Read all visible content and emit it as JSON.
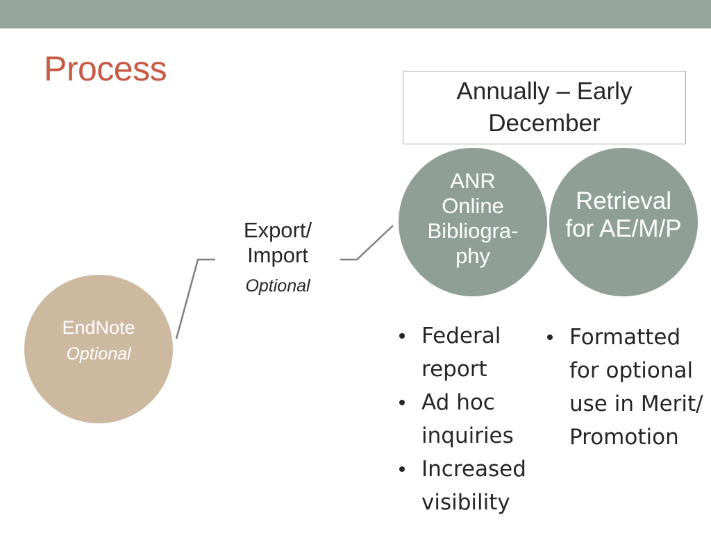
{
  "slide": {
    "title": "Process"
  },
  "timing_box": {
    "text": "Annually – Early December"
  },
  "nodes": {
    "anr": {
      "label": "ANR Online Bibliogra-phy"
    },
    "retrieval": {
      "label": "Retrieval for AE/M/P"
    },
    "endnote": {
      "label": "EndNote",
      "sub": "Optional"
    },
    "export": {
      "label": "Export/ Import",
      "sub": "Optional"
    }
  },
  "bullets_left": [
    {
      "text": "Federal report"
    },
    {
      "text": "Ad hoc inquiries"
    },
    {
      "text": "Increased visibility"
    }
  ],
  "bullets_right": [
    {
      "text": "Formatted for optional use in Merit/ Promotion"
    }
  ],
  "colors": {
    "top_bar": "#95a59c",
    "title": "#c75a45",
    "circle_gray": "#8f9f96",
    "circle_tan": "#cdb8a0",
    "connector": "#7f7f7f"
  }
}
